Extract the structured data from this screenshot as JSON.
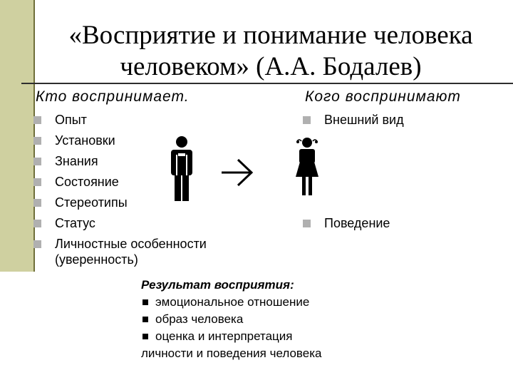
{
  "slide": {
    "title_line1": "«Восприятие и понимание человека",
    "title_line2": "человеком» (А.А. Бодалев)"
  },
  "left": {
    "heading": "Кто воспринимает.",
    "items": [
      "Опыт",
      "Установки",
      "Знания",
      "Состояние",
      "Стереотипы",
      "Статус"
    ],
    "last_item_line1": "Личностные особенности",
    "last_item_line2": "(уверенность)"
  },
  "right": {
    "heading": "Кого воспринимают",
    "items": [
      "Внешний вид",
      "Поведение"
    ]
  },
  "result": {
    "heading": "Результат восприятия:",
    "items": [
      "эмоциональное отношение",
      "образ человека",
      "оценка и интерпретация"
    ],
    "continuation": "личности и поведения человека"
  },
  "icons": {
    "bullet": "square-bullet-icon",
    "man": "man-figure-icon",
    "woman": "woman-figure-icon",
    "arrow": "right-arrow-icon"
  }
}
